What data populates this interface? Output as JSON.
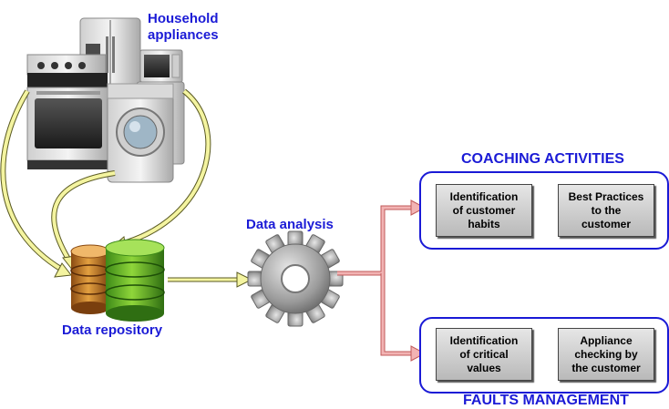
{
  "labels": {
    "household": "Household\nappliances",
    "repository": "Data repository",
    "analysis": "Data analysis"
  },
  "coaching": {
    "title": "COACHING ACTIVITIES",
    "box1": "Identification\nof customer\nhabits",
    "box2": "Best Practices\nto the\ncustomer"
  },
  "faults": {
    "title": "FAULTS MANAGEMENT",
    "box1": "Identification\nof critical\nvalues",
    "box2": "Appliance\nchecking by\nthe customer"
  },
  "colors": {
    "label_blue": "#1b1bd6",
    "yellow_arrow": "#f4f4a0",
    "pink_arrow": "#f2b3b3",
    "panel_border": "#1a1ad6"
  }
}
